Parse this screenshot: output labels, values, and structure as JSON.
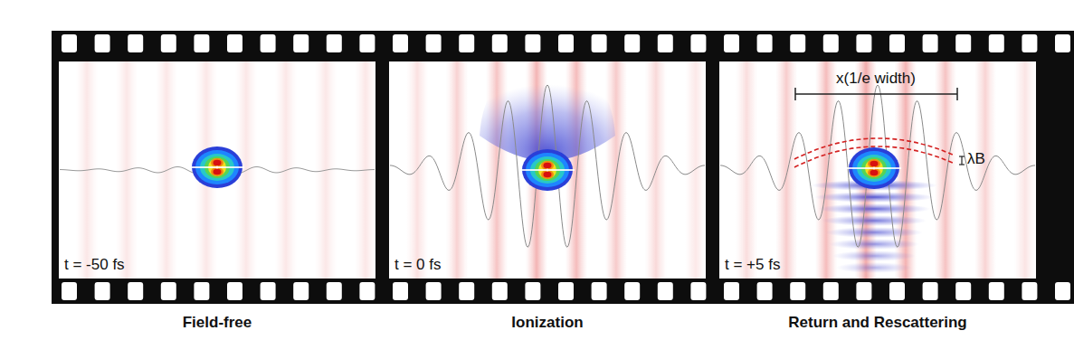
{
  "diagram": {
    "nodes": [
      {
        "text": [
          "t = -50 fs",
          "Field-free"
        ]
      },
      {
        "text": [
          "t = 0 fs",
          "Ionization"
        ]
      },
      {
        "text": [
          "t = +5 fs",
          "Return and Rescattering"
        ]
      }
    ],
    "labels": [
      "x(1/e width)",
      "λB"
    ]
  }
}
